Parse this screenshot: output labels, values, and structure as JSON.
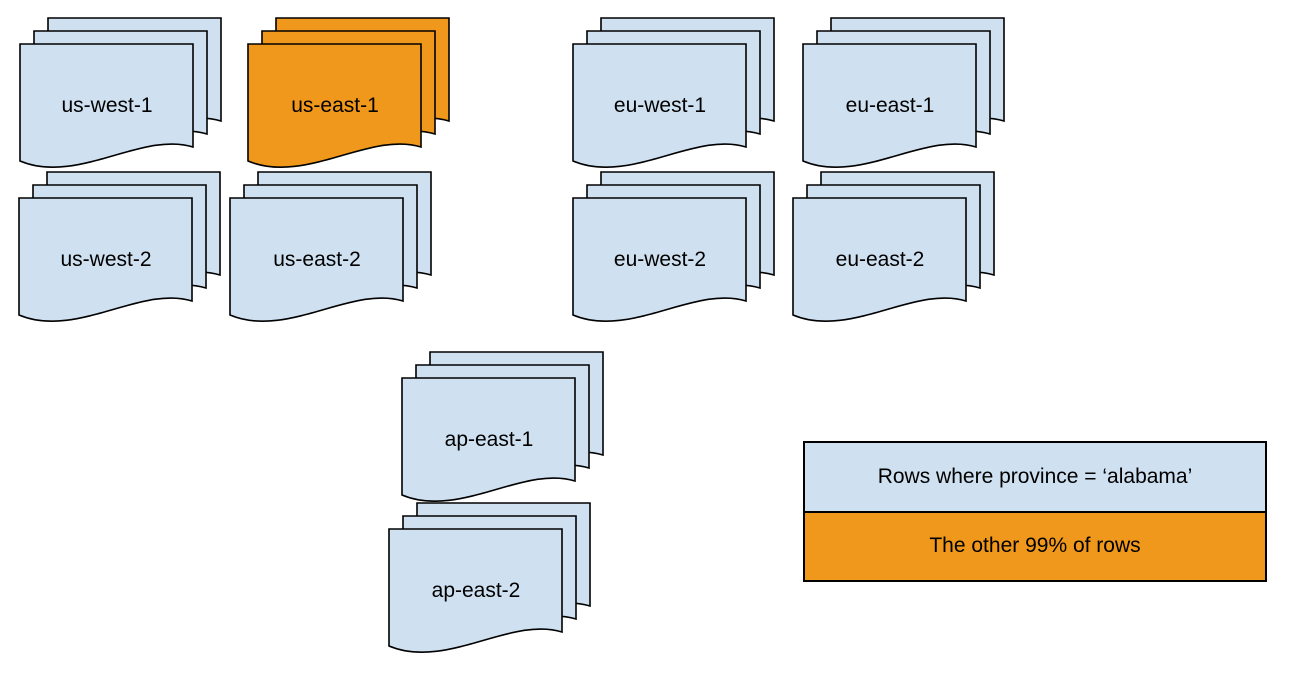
{
  "colors": {
    "region_fill": "#cfe0f1",
    "highlight_fill": "#f0981c",
    "stroke": "#000000",
    "background": "#ffffff"
  },
  "stacks": [
    {
      "label": "us-west-1",
      "highlighted": false
    },
    {
      "label": "us-east-1",
      "highlighted": true
    },
    {
      "label": "eu-west-1",
      "highlighted": false
    },
    {
      "label": "eu-east-1",
      "highlighted": false
    },
    {
      "label": "us-west-2",
      "highlighted": false
    },
    {
      "label": "us-east-2",
      "highlighted": false
    },
    {
      "label": "eu-west-2",
      "highlighted": false
    },
    {
      "label": "eu-east-2",
      "highlighted": false
    },
    {
      "label": "ap-east-1",
      "highlighted": false
    },
    {
      "label": "ap-east-2",
      "highlighted": false
    }
  ],
  "legend": {
    "items": [
      {
        "label": "Rows where province = ‘alabama’",
        "color": "#cfe0f1"
      },
      {
        "label": "The other 99% of rows",
        "color": "#f0981c"
      }
    ]
  }
}
